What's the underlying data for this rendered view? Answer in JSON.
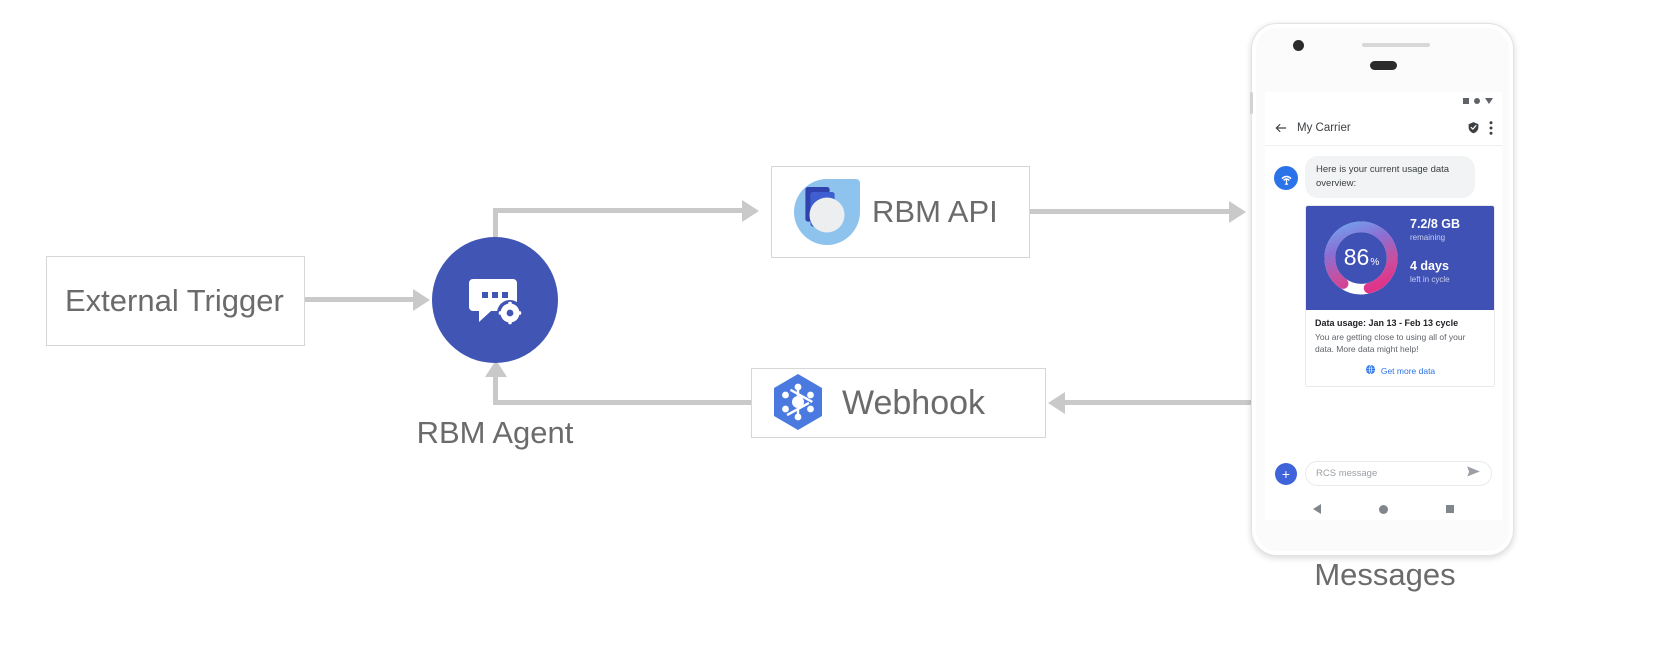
{
  "diagram": {
    "nodes": {
      "external_trigger": {
        "label": "External Trigger"
      },
      "rbm_agent": {
        "label": "RBM Agent",
        "icon": "chat-gear-icon",
        "color": "#4055b4"
      },
      "rbm_api": {
        "label": "RBM API",
        "icon": "rbm-droplet-icon"
      },
      "webhook": {
        "label": "Webhook",
        "icon": "cloud-functions-hexagon-icon"
      },
      "messages": {
        "label": "Messages"
      }
    },
    "connector_color": "#c9c9c9"
  },
  "phone": {
    "status_bar": {
      "icons": [
        "signal-square-icon",
        "wifi-dot-icon",
        "battery-triangle-icon"
      ]
    },
    "app_bar": {
      "back_icon": "back-arrow-icon",
      "title": "My Carrier",
      "verified_icon": "verified-shield-icon",
      "overflow_icon": "more-vert-icon"
    },
    "conversation": {
      "avatar_icon": "carrier-signal-icon",
      "bubble_text": "Here is your current usage data overview:",
      "rich_card": {
        "gauge": {
          "percent": "86",
          "percent_symbol": "%",
          "value": 86,
          "gradient": [
            "#6fa8f0",
            "#8b6fd4",
            "#c94f9e",
            "#e0338a"
          ]
        },
        "data_amount": "7.2/8 GB",
        "data_amount_sub": "remaining",
        "days_left": "4 days",
        "days_left_sub": "left in cycle",
        "title": "Data usage: Jan 13 - Feb 13 cycle",
        "body": "You are getting close to using all of your data. More data might help!",
        "action_label": "Get more data",
        "action_icon": "globe-icon",
        "hero_color": "#3f51b5",
        "action_color": "#2b73e8"
      }
    },
    "composer": {
      "plus_icon": "plus-icon",
      "placeholder": "RCS message",
      "send_icon": "send-icon"
    },
    "nav_bar": {
      "icons": [
        "nav-back-icon",
        "nav-home-icon",
        "nav-recents-icon"
      ]
    }
  }
}
